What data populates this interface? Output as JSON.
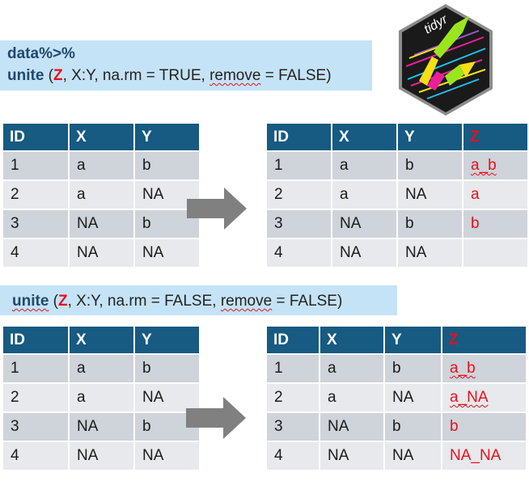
{
  "code1": {
    "line1": "data%>%",
    "fn": "unite",
    "open": " (",
    "z": "Z",
    "rest_a": ", X:Y, na.rm = TRUE, ",
    "remove": "remove",
    "rest_b": " = FALSE)"
  },
  "code2": {
    "fn": "unite",
    "open": " (",
    "z": "Z",
    "rest_a": ", X:Y,  na.rm = FALSE, ",
    "remove": "remove",
    "rest_b": " = FALSE)"
  },
  "logo": {
    "text": "tidyr",
    "colors": {
      "bg": "#1a1a1a",
      "rim": "#8c8c8c",
      "green": "#9be51f",
      "yellow": "#f7df14",
      "pink": "#e8219a",
      "cyan": "#1fc2ea"
    }
  },
  "colors": {
    "header": "#175a82",
    "row_odd": "#cfd3da",
    "row_even": "#e8e9ec",
    "accent": "#e8101b",
    "code_bg": "#c5e3f6",
    "arrow": "#808080"
  },
  "input_table": {
    "headers": [
      "ID",
      "X",
      "Y"
    ],
    "rows": [
      [
        "1",
        "a",
        "b"
      ],
      [
        "2",
        "a",
        "NA"
      ],
      [
        "3",
        "NA",
        "b"
      ],
      [
        "4",
        "NA",
        "NA"
      ]
    ]
  },
  "output_table_narm_true": {
    "headers": [
      "ID",
      "X",
      "Y",
      "Z"
    ],
    "rows": [
      [
        "1",
        "a",
        "b",
        "a_b"
      ],
      [
        "2",
        "a",
        "NA",
        "a"
      ],
      [
        "3",
        "NA",
        "b",
        "b"
      ],
      [
        "4",
        "NA",
        "NA",
        ""
      ]
    ]
  },
  "output_table_narm_false": {
    "headers": [
      "ID",
      "X",
      "Y",
      "Z"
    ],
    "rows": [
      [
        "1",
        "a",
        "b",
        "a_b"
      ],
      [
        "2",
        "a",
        "NA",
        "a_NA"
      ],
      [
        "3",
        "NA",
        "b",
        "b"
      ],
      [
        "4",
        "NA",
        "NA",
        "NA_NA"
      ]
    ]
  }
}
